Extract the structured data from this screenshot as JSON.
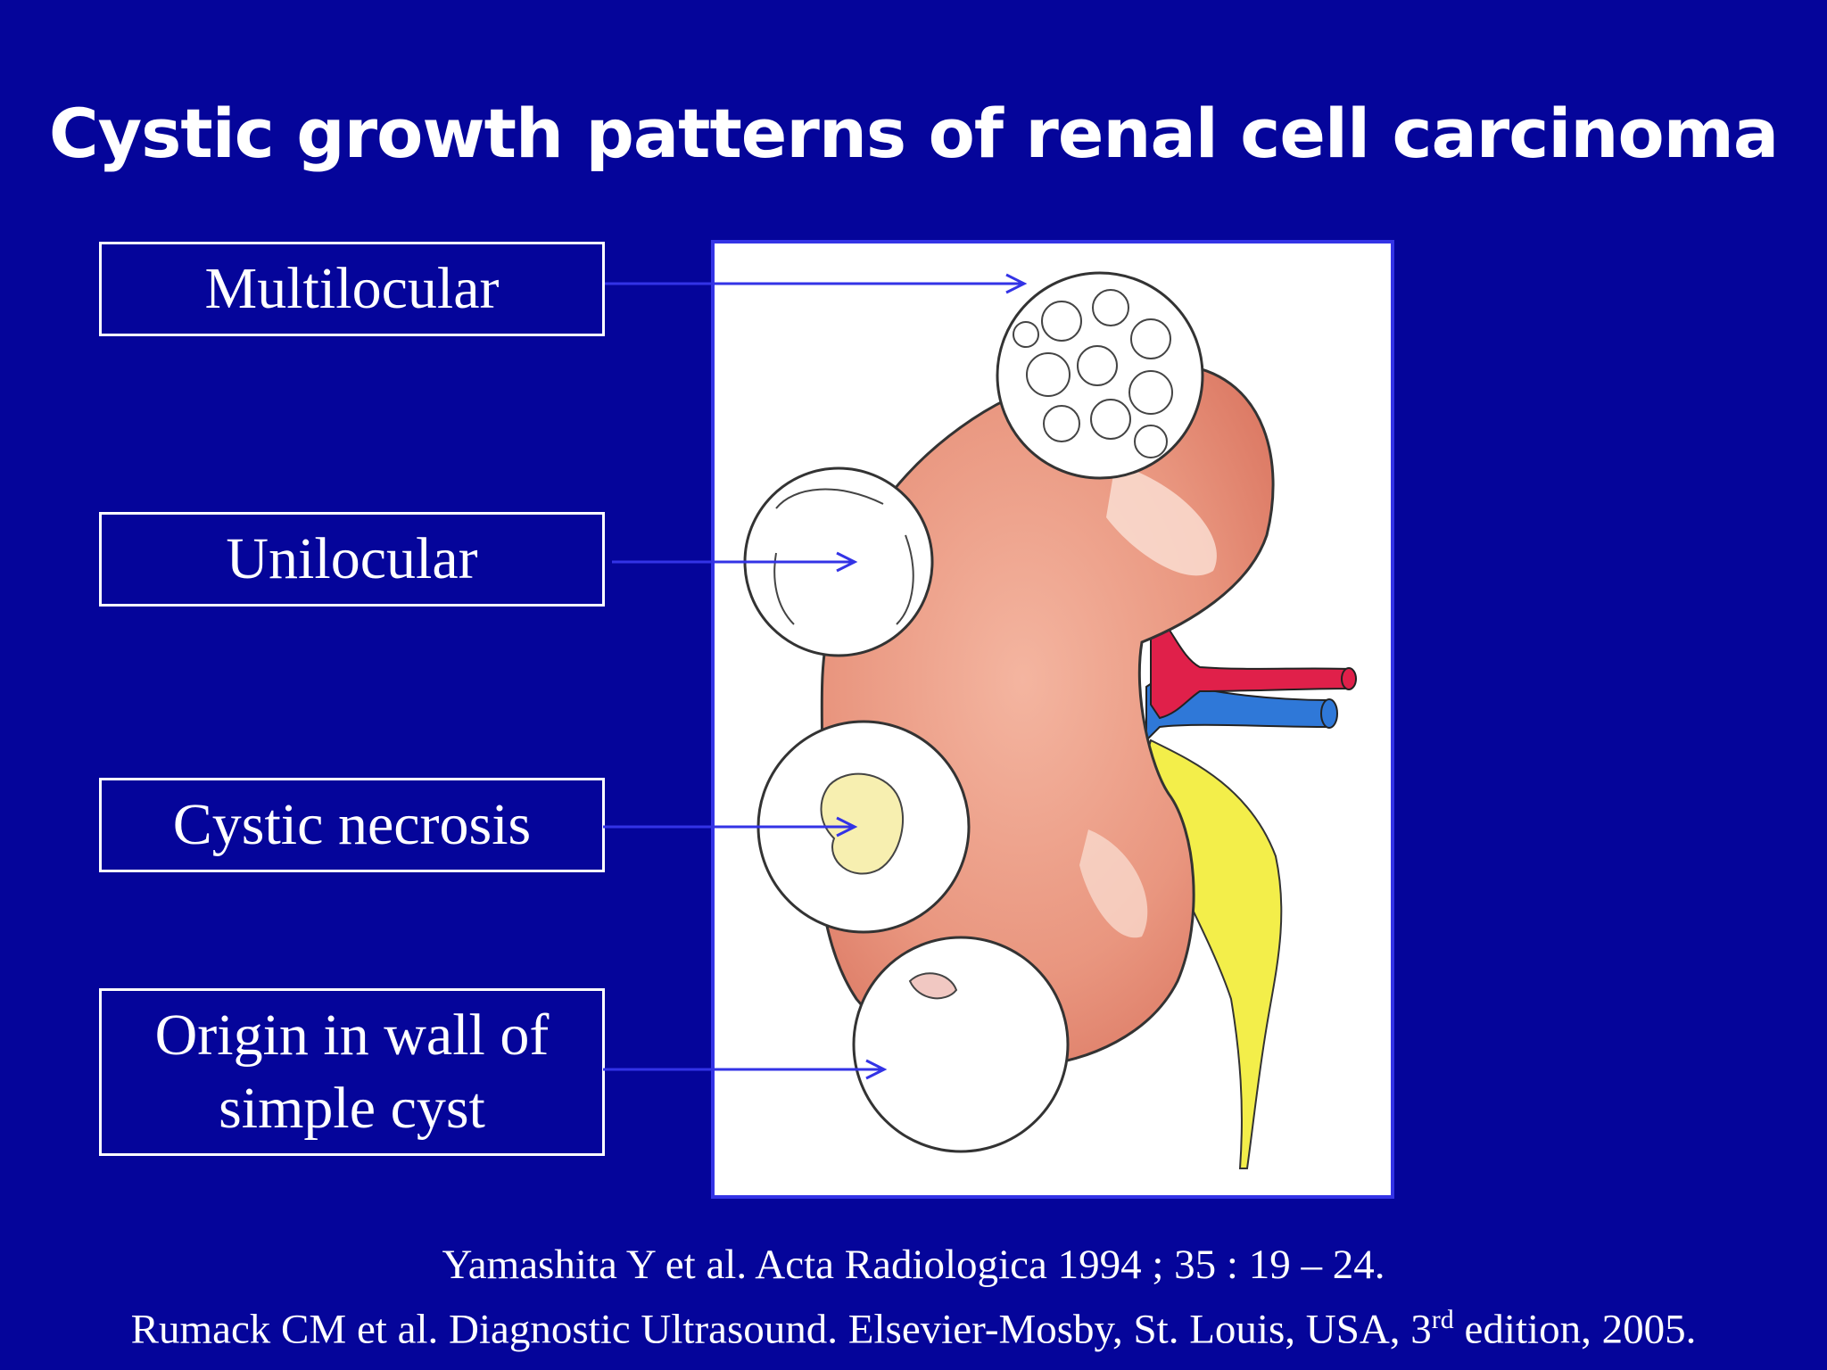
{
  "title": "Cystic growth patterns of renal cell carcinoma",
  "labels": [
    {
      "line1": "Multilocular",
      "line2": ""
    },
    {
      "line1": "Unilocular",
      "line2": ""
    },
    {
      "line1": "Cystic necrosis",
      "line2": ""
    },
    {
      "line1": "Origin in wall of",
      "line2": "simple cyst"
    }
  ],
  "citations": {
    "line1": "Yamashita Y et al. Acta Radiologica 1994 ; 35 : 19 – 24.",
    "line2_before": "Rumack CM et al. Diagnostic Ultrasound.  Elsevier-Mosby, St. Louis, USA, 3",
    "line2_sup": "rd",
    "line2_after": " edition, 2005."
  },
  "colors": {
    "background": "#05059a",
    "arrow": "#3333e6",
    "kidney": "#e9967f",
    "artery": "#e0204a",
    "vein": "#2f78d8",
    "ureter": "#f3ee4a"
  }
}
